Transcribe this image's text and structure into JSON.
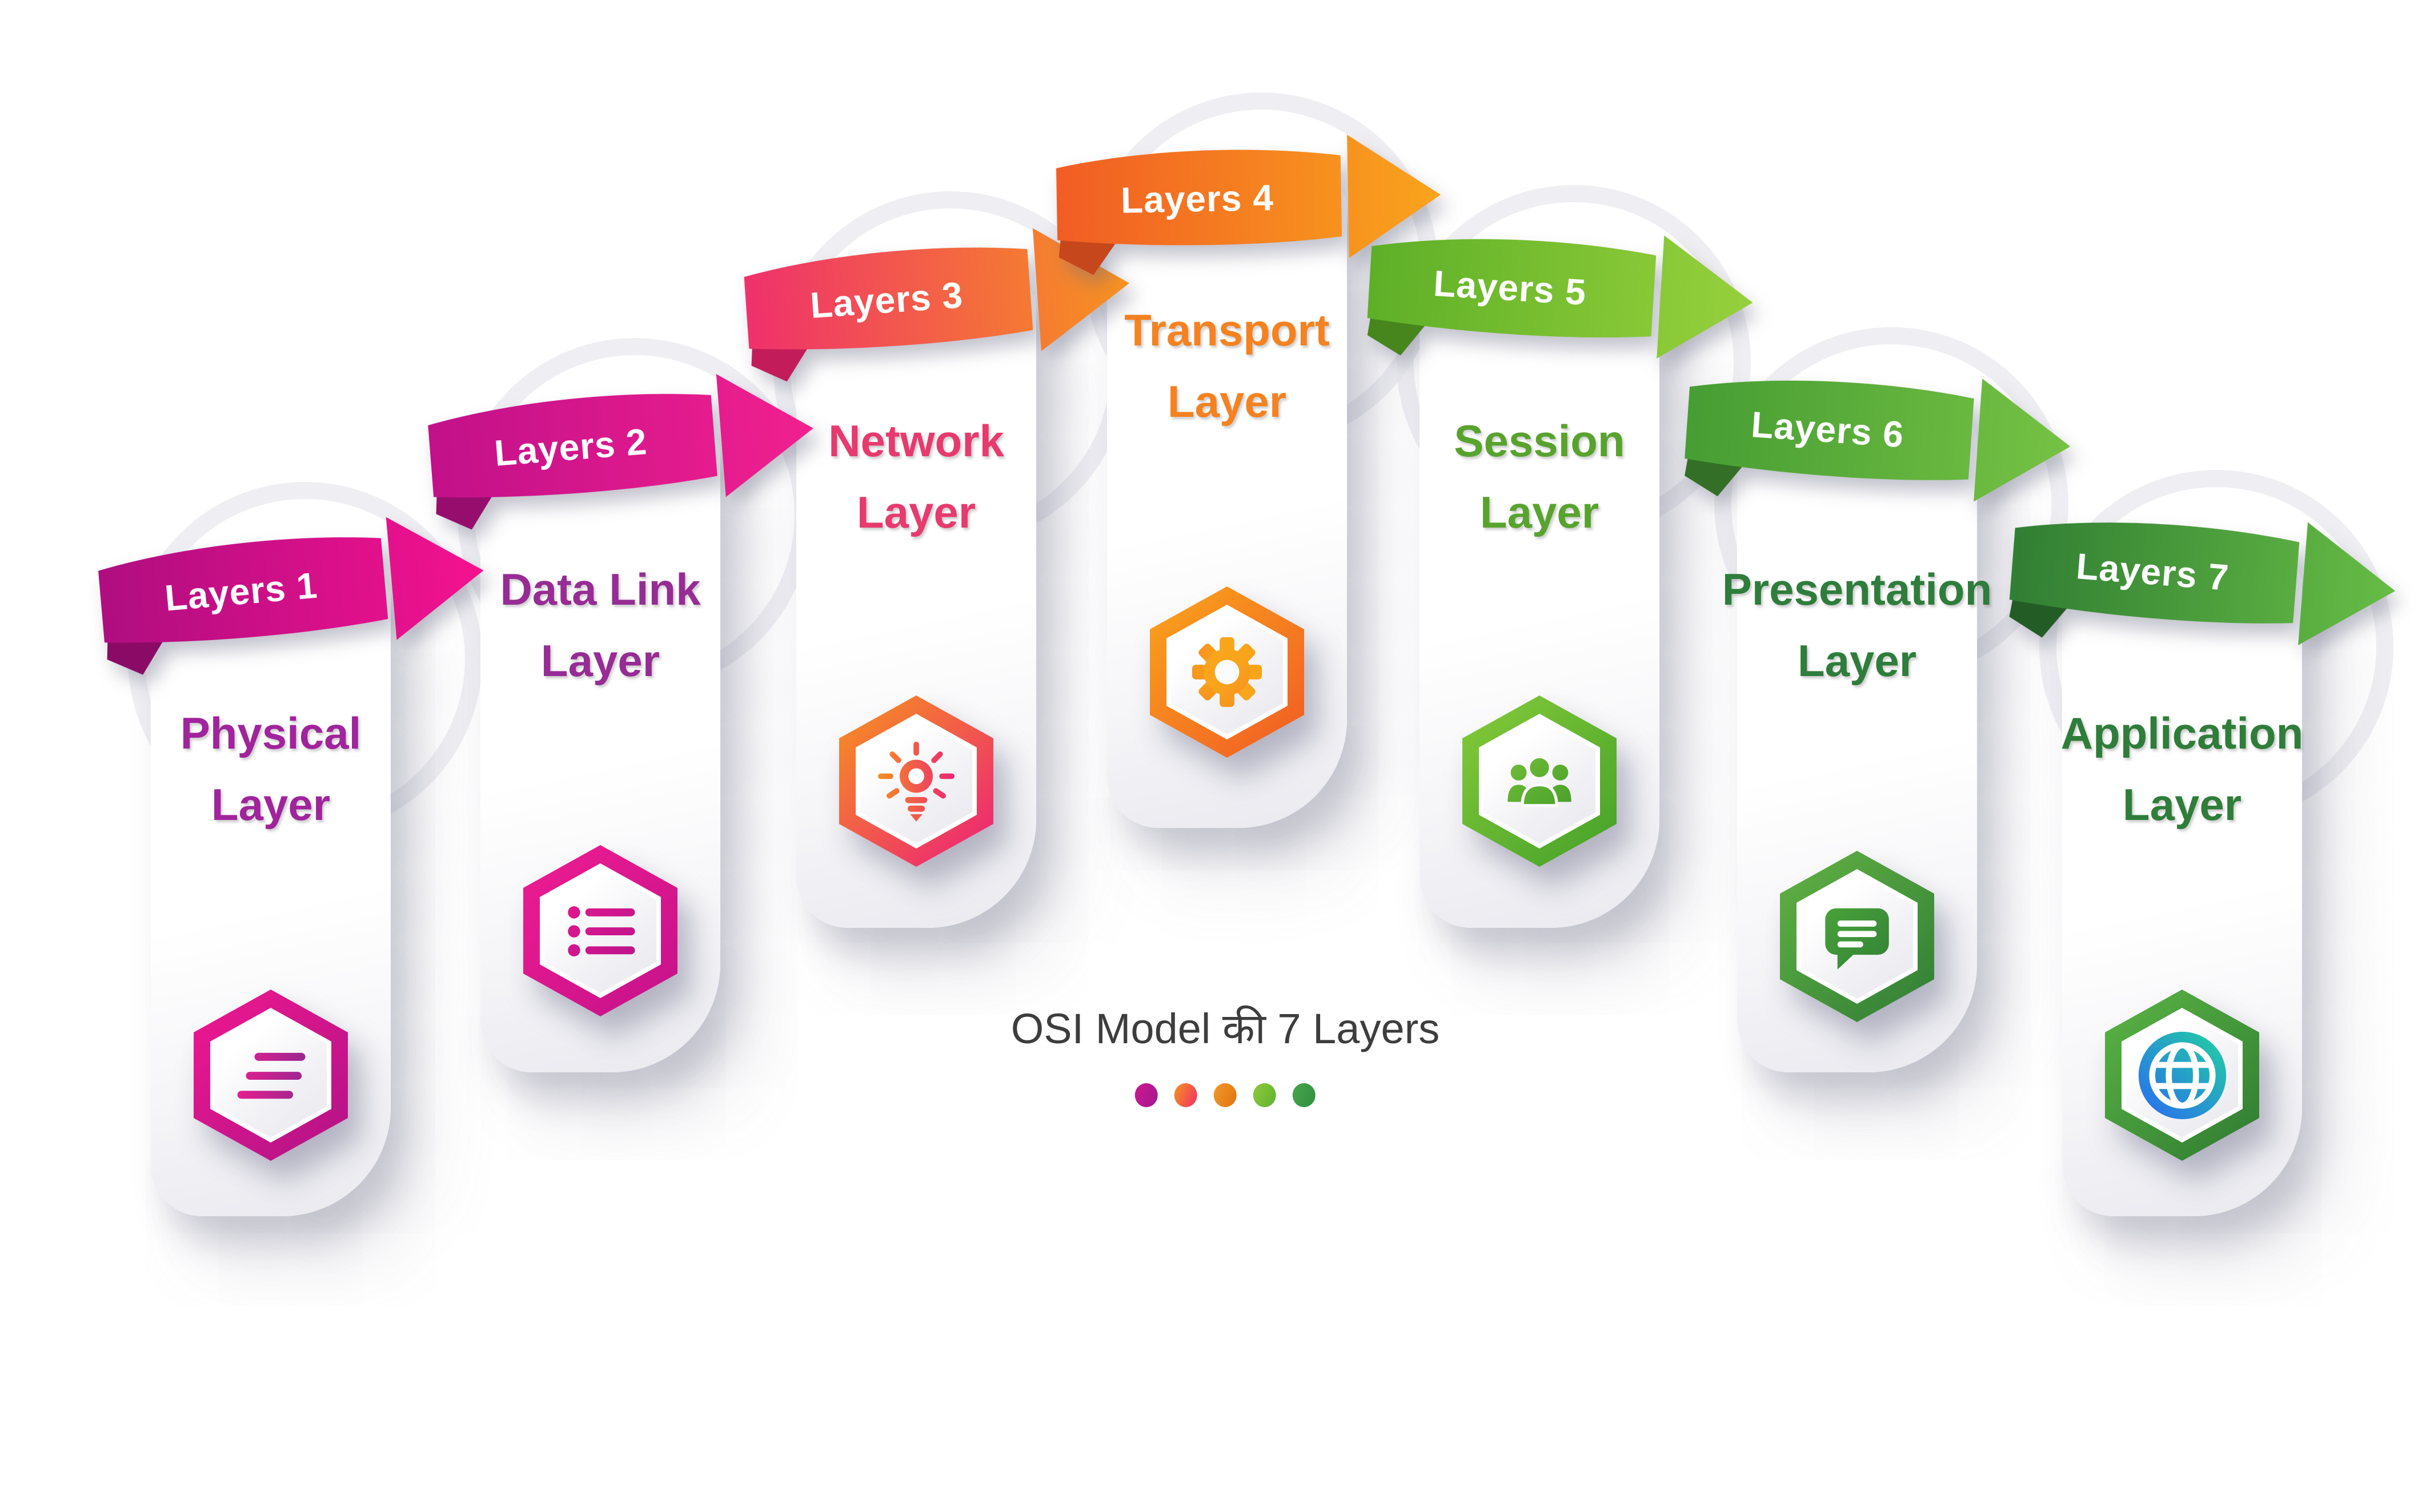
{
  "page": {
    "background": "#ffffff"
  },
  "center": {
    "heading": "OSI Model की 7 Layers",
    "heading_color": "#3d3d3d",
    "dots": [
      {
        "name": "dot-magenta",
        "c1": "#cf168f",
        "c2": "#a21a90"
      },
      {
        "name": "dot-pink-orange",
        "c1": "#f7941e",
        "c2": "#f22d68"
      },
      {
        "name": "dot-orange",
        "c1": "#f29a2e",
        "c2": "#e0720e"
      },
      {
        "name": "dot-light-green",
        "c1": "#8fc93f",
        "c2": "#5fb32c"
      },
      {
        "name": "dot-green",
        "c1": "#4aa54e",
        "c2": "#2f8f3f"
      }
    ]
  },
  "layers": [
    {
      "banner_label": "Layers 1",
      "title_line1": "Physical",
      "title_line2": "Layer",
      "icon": "signal-lines-icon",
      "colors": {
        "b1": "#ad0d80",
        "b2": "#f5128f",
        "bf": "#8a0a66",
        "h1": "#f0188f",
        "h2": "#b01387",
        "i1": "#ee1e8f",
        "i2": "#93278f",
        "tc": "#a0249c"
      }
    },
    {
      "banner_label": "Layers 2",
      "title_line1": "Data Link",
      "title_line2": "Layer",
      "icon": "bulleted-list-icon",
      "colors": {
        "b1": "#c01089",
        "b2": "#f2208f",
        "bf": "#970d6e",
        "h1": "#ef1c91",
        "h2": "#c4128a",
        "i1": "#e8188f",
        "i2": "#b5138a",
        "tc": "#962c94"
      }
    },
    {
      "banner_label": "Layers 3",
      "title_line1": "Network",
      "title_line2": "Layer",
      "icon": "lightbulb-icon",
      "colors": {
        "b1": "#ef2d6f",
        "b2": "#f7941e",
        "bf": "#c21d5a",
        "h1": "#f7941e",
        "h2": "#ec1e79",
        "i1": "#f7941e",
        "i2": "#ec1e79",
        "tc": "#e73a6e"
      }
    },
    {
      "banner_label": "Layers 4",
      "title_line1": "Transport",
      "title_line2": "Layer",
      "icon": "gear-icon",
      "colors": {
        "b1": "#f15a24",
        "b2": "#f9a51c",
        "bf": "#c6471c",
        "h1": "#f9a51c",
        "h2": "#f15a24",
        "i1": "#f9a51c",
        "i2": "#f15a24",
        "tc": "#f58220"
      }
    },
    {
      "banner_label": "Layers 5",
      "title_line1": "Session",
      "title_line2": "Layer",
      "icon": "people-group-icon",
      "colors": {
        "b1": "#5cae27",
        "b2": "#97d13c",
        "bf": "#47851d",
        "h1": "#86cb3a",
        "h2": "#44a029",
        "i1": "#7cc43a",
        "i2": "#3f9a28",
        "tc": "#58a32e"
      }
    },
    {
      "banner_label": "Layers 6",
      "title_line1": "Presentation",
      "title_line2": "Layer",
      "icon": "chat-bubble-icon",
      "colors": {
        "b1": "#459c33",
        "b2": "#76c244",
        "bf": "#336f26",
        "h1": "#63b244",
        "h2": "#2f7d35",
        "i1": "#4da83a",
        "i2": "#2f7d35",
        "tc": "#2f7d3c"
      }
    },
    {
      "banner_label": "Layers 7",
      "title_line1": "Application",
      "title_line2": "Layer",
      "icon": "globe-icon",
      "colors": {
        "b1": "#2f7c33",
        "b2": "#67bd45",
        "bf": "#245c26",
        "h1": "#5cb544",
        "h2": "#2e7a32",
        "i1": "#2a6cf0",
        "i2": "#22cfa2",
        "tc": "#2f7d3a"
      }
    }
  ]
}
